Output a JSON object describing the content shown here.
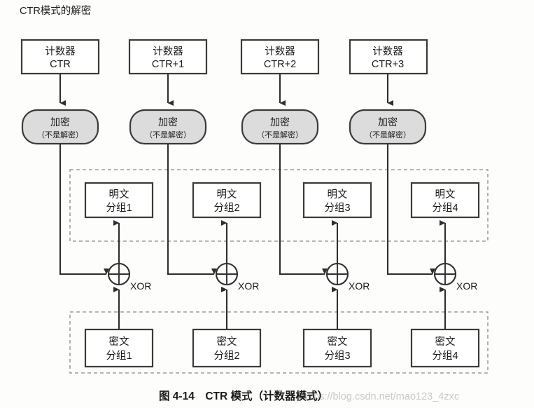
{
  "title": "CTR模式的解密",
  "caption": "图 4-14　CTR 模式（计数器模式）",
  "watermark": "https://blog.csdn.net/mao123_4zxc",
  "colors": {
    "background": "#fdfdfc",
    "box_stroke": "#3a3a3a",
    "box_fill": "#ffffff",
    "encrypt_fill": "#dcdcdc",
    "wire": "#2e2e2e",
    "dashed_group": "#8a8a8a",
    "watermark": "#c9c9c9"
  },
  "columns": [
    {
      "index": 1,
      "counter": {
        "line1": "计数器",
        "line2": "CTR"
      },
      "encrypt": {
        "line1": "加密",
        "line2": "（不是解密）"
      },
      "plaintext": {
        "line1": "明文",
        "line2": "分组1"
      },
      "ciphertext": {
        "line1": "密文",
        "line2": "分组1"
      },
      "xor_label": "XOR"
    },
    {
      "index": 2,
      "counter": {
        "line1": "计数器",
        "line2": "CTR+1"
      },
      "encrypt": {
        "line1": "加密",
        "line2": "（不是解密）"
      },
      "plaintext": {
        "line1": "明文",
        "line2": "分组2"
      },
      "ciphertext": {
        "line1": "密文",
        "line2": "分组2"
      },
      "xor_label": "XOR"
    },
    {
      "index": 3,
      "counter": {
        "line1": "计数器",
        "line2": "CTR+2"
      },
      "encrypt": {
        "line1": "加密",
        "line2": "（不是解密）"
      },
      "plaintext": {
        "line1": "明文",
        "line2": "分组3"
      },
      "ciphertext": {
        "line1": "密文",
        "line2": "分组3"
      },
      "xor_label": "XOR"
    },
    {
      "index": 4,
      "counter": {
        "line1": "计数器",
        "line2": "CTR+3"
      },
      "encrypt": {
        "line1": "加密",
        "line2": "（不是解密）"
      },
      "plaintext": {
        "line1": "明文",
        "line2": "分组4"
      },
      "ciphertext": {
        "line1": "密文",
        "line2": "分组4"
      },
      "xor_label": "XOR"
    }
  ]
}
